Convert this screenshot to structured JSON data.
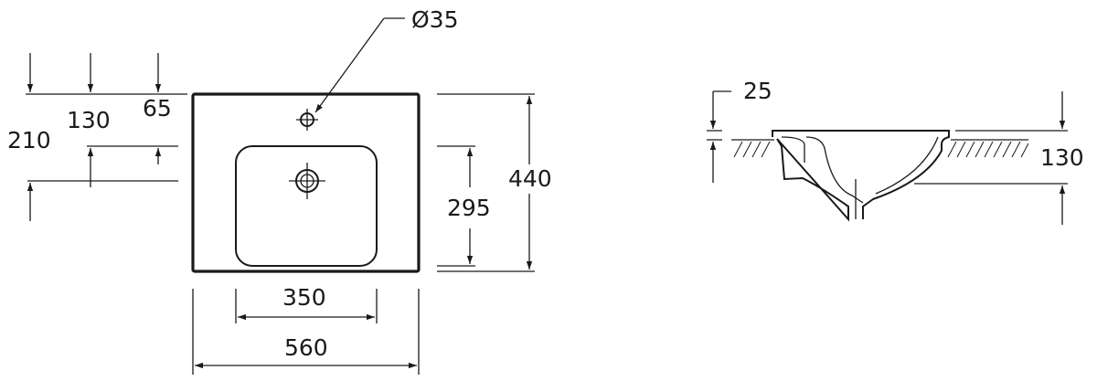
{
  "top_view": {
    "dim_hole_diameter": "Ø35",
    "dim_total_depth_left": "210",
    "dim_basin_offset": "130",
    "dim_tap_offset": "65",
    "dim_basin_length": "295",
    "dim_total_length": "440",
    "dim_basin_width": "350",
    "dim_total_width": "560"
  },
  "side_view": {
    "dim_rim_height": "25",
    "dim_bowl_depth": "130"
  }
}
